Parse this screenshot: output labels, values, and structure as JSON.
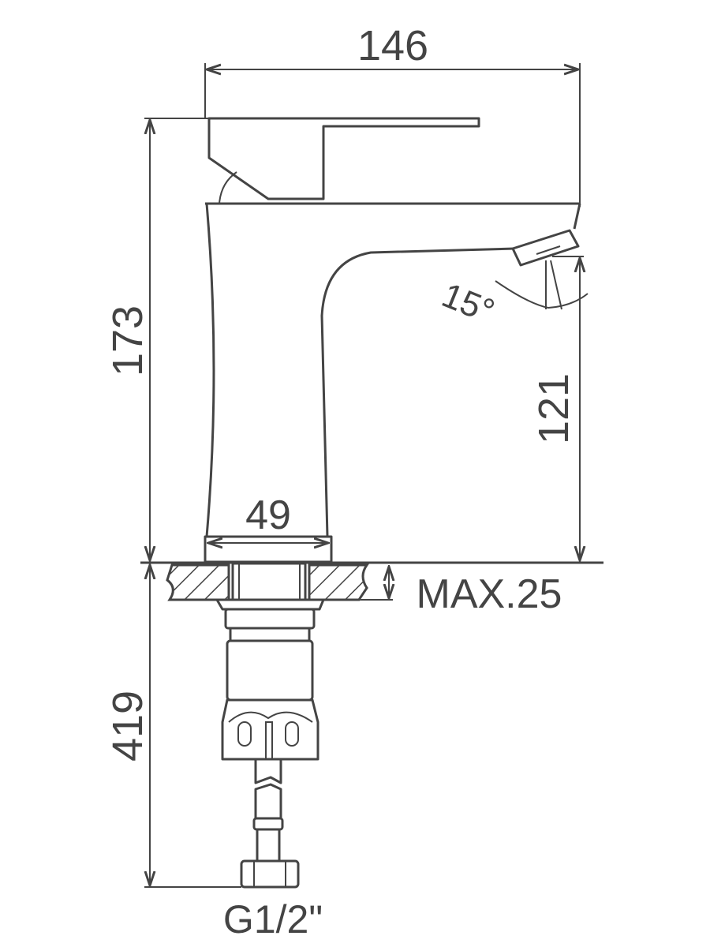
{
  "drawing": {
    "dimensions": {
      "overall_width": "146",
      "overall_height": "173",
      "spout_height": "121",
      "base_diameter": "49",
      "max_countertop": "MAX.25",
      "hose_length": "419",
      "connection": "G1/2\"",
      "spout_angle": "15°"
    },
    "stroke_color": "#444444"
  }
}
